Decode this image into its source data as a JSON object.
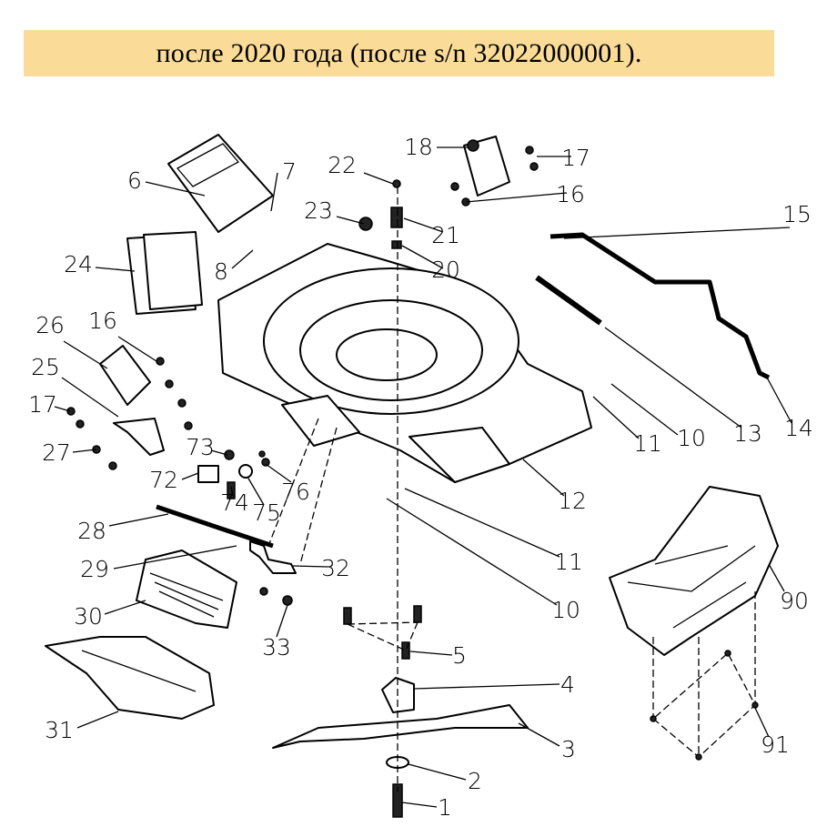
{
  "header": {
    "title": "после 2020 года (после s/n 32022000001)."
  },
  "diagram": {
    "labels": [
      "6",
      "7",
      "8",
      "24",
      "22",
      "23",
      "21",
      "20",
      "18",
      "17",
      "16",
      "15",
      "26",
      "16",
      "25",
      "17",
      "27",
      "73",
      "72",
      "74",
      "75",
      "76",
      "11",
      "10",
      "13",
      "14",
      "12",
      "28",
      "29",
      "32",
      "11",
      "10",
      "30",
      "33",
      "5",
      "4",
      "31",
      "3",
      "2",
      "1",
      "90",
      "91"
    ]
  }
}
